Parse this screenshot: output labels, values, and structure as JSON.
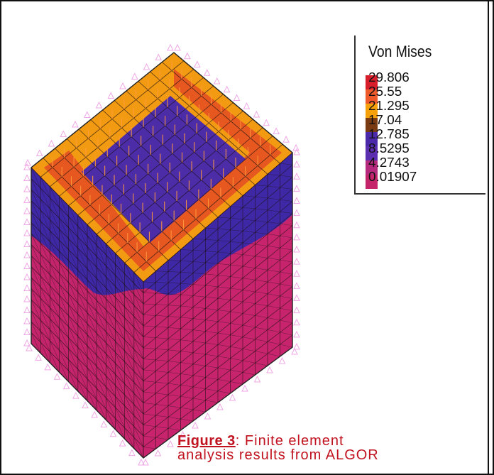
{
  "legend": {
    "title": "Von Mises",
    "values": [
      "29.806",
      "25.55",
      "21.295",
      "17.04",
      "12.785",
      "8.5295",
      "4.2743",
      "0.01907"
    ],
    "colors": [
      "#d81e2a",
      "#ef5a2a",
      "#f7a10a",
      "#7a3a12",
      "#4a2aa8",
      "#5b2fb0",
      "#b52a7c",
      "#c4246a"
    ]
  },
  "caption": {
    "figure_label": "Figure 3",
    "line1_rest": ": Finite element",
    "line2": "analysis results from ALGOR"
  },
  "model_colors": {
    "side_left": "#c4246c",
    "side_right": "#c8246e",
    "side_band": "#3f28a5",
    "top_ring": "#f29a12",
    "top_ring_hot": "#e33c26",
    "top_center": "#4d2ca8",
    "mesh": "#1c1010",
    "support_marker": "#f0a8e6",
    "load_arrow": "#ff9a3a"
  }
}
